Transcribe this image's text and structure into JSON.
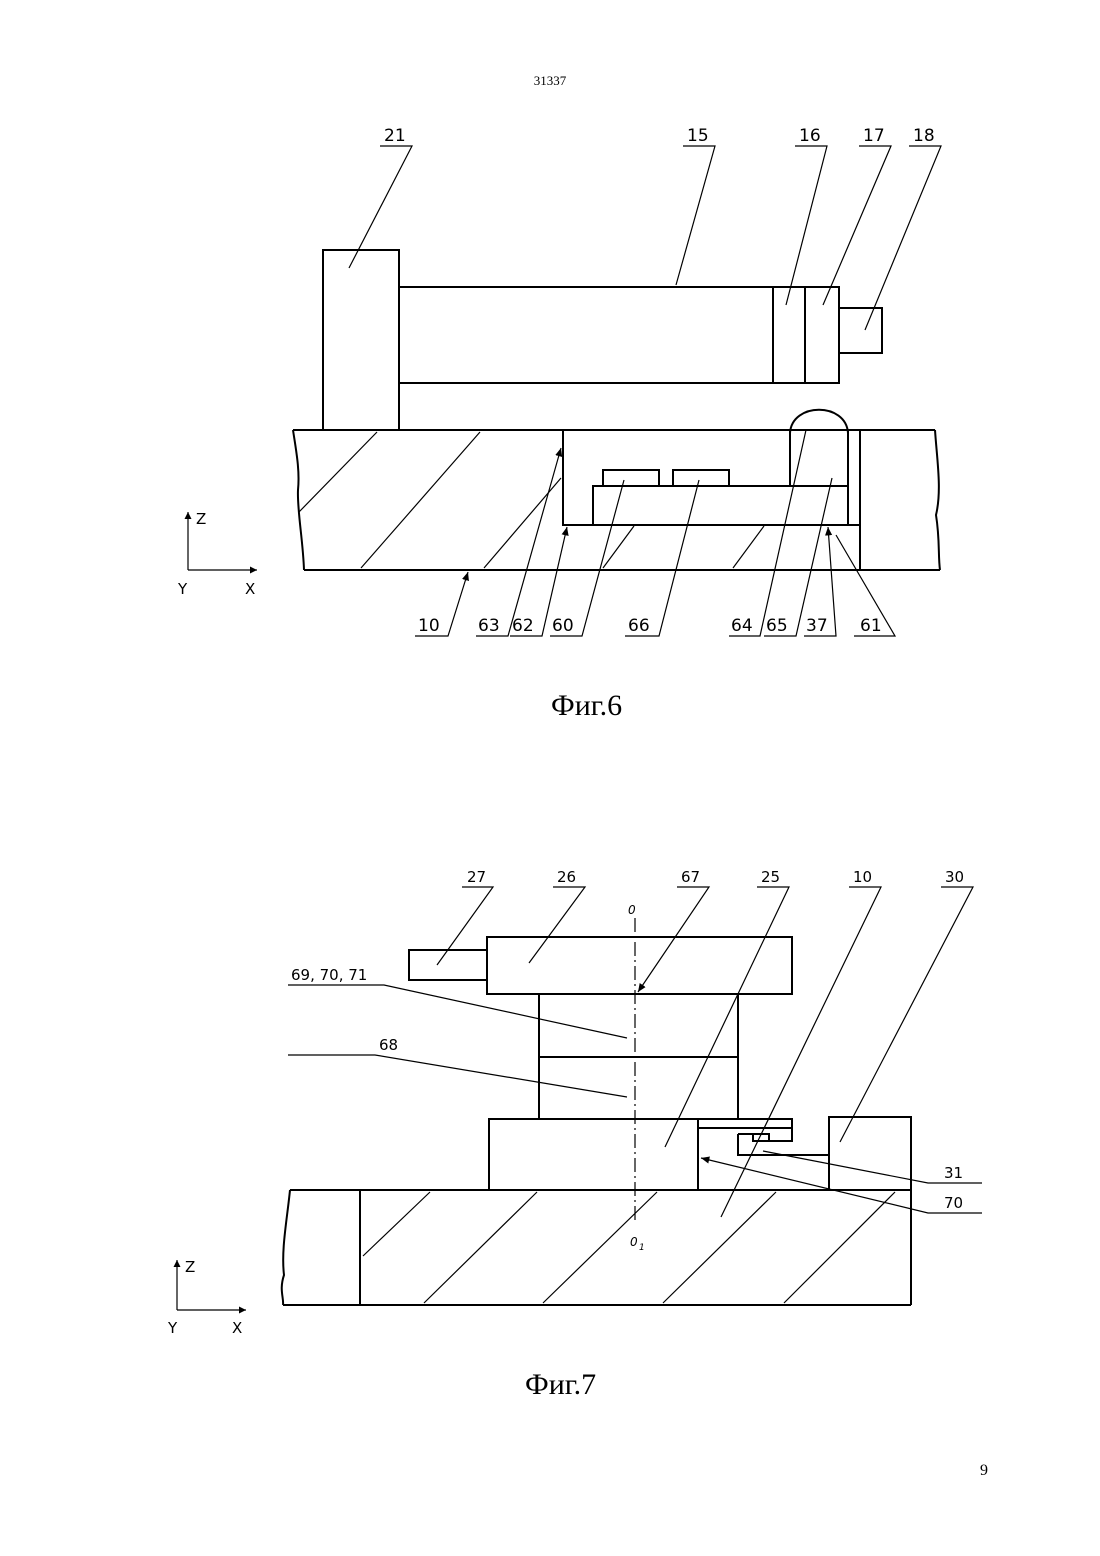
{
  "header": {
    "doc_number": "31337"
  },
  "footer": {
    "page_number": "9"
  },
  "fig6": {
    "caption": "Фиг.6",
    "labels_top": [
      "21",
      "15",
      "16",
      "17",
      "18"
    ],
    "labels_bottom": [
      "10",
      "63",
      "62",
      "60",
      "66",
      "64",
      "65",
      "37",
      "61"
    ],
    "axes": {
      "up": "Z",
      "left": "Y",
      "right": "X"
    }
  },
  "fig7": {
    "caption": "Фиг.7",
    "labels_top": [
      "27",
      "26",
      "67",
      "25",
      "10",
      "30"
    ],
    "labels_left": [
      "69, 70, 71",
      "68"
    ],
    "labels_right": [
      "31",
      "70"
    ],
    "axis_marks": {
      "top": "0",
      "bottom": "0",
      "bottom_sub": "1"
    },
    "axes": {
      "up": "Z",
      "left": "Y",
      "right": "X"
    }
  }
}
